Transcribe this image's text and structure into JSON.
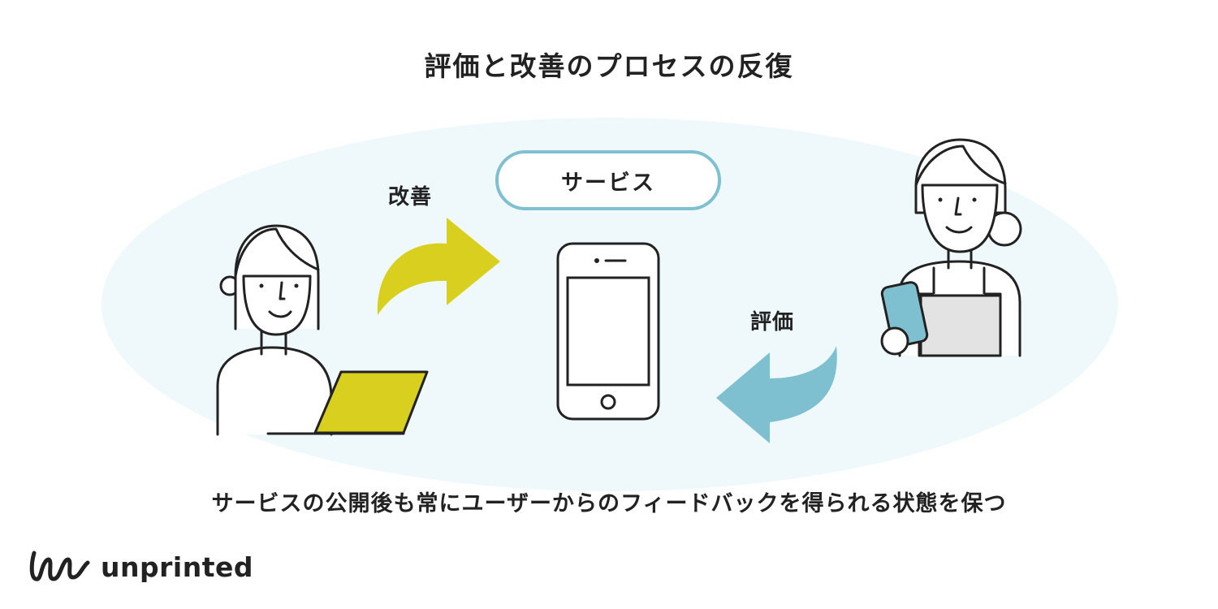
{
  "title": "評価と改善のプロセスの反復",
  "service_label": "サービス",
  "improve_label": "改善",
  "evaluate_label": "評価",
  "caption": "サービスの公開後も常にユーザーからのフィードバックを得られる状態を保つ",
  "brand": {
    "name": "unprinted"
  },
  "colors": {
    "improve_arrow": "#d8cf1e",
    "evaluate_arrow": "#7fc0d0",
    "background_ellipse": "#eff9fc",
    "outline": "#222222"
  },
  "icons": [
    "developer-with-laptop",
    "smartphone",
    "user-with-phone",
    "curved-arrow-right",
    "curved-arrow-left"
  ]
}
